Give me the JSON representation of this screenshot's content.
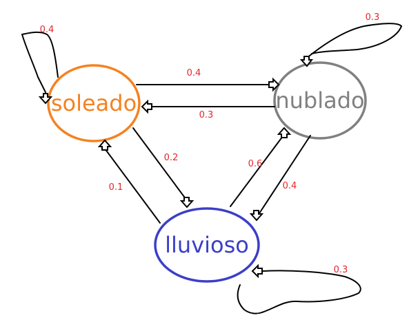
{
  "states": [
    {
      "id": "soleado",
      "label": "soleado",
      "color": "#f58220"
    },
    {
      "id": "nublado",
      "label": "nublado",
      "color": "#808080"
    },
    {
      "id": "lluvioso",
      "label": "lluvioso",
      "color": "#3b3fc8"
    }
  ],
  "transitions": [
    {
      "from": "soleado",
      "to": "soleado",
      "probability": "0.4"
    },
    {
      "from": "soleado",
      "to": "nublado",
      "probability": "0.4"
    },
    {
      "from": "soleado",
      "to": "lluvioso",
      "probability": "0.2"
    },
    {
      "from": "nublado",
      "to": "nublado",
      "probability": "0.3"
    },
    {
      "from": "nublado",
      "to": "soleado",
      "probability": "0.3"
    },
    {
      "from": "nublado",
      "to": "lluvioso",
      "probability": "0.4"
    },
    {
      "from": "lluvioso",
      "to": "lluvioso",
      "probability": "0.3"
    },
    {
      "from": "lluvioso",
      "to": "soleado",
      "probability": "0.1"
    },
    {
      "from": "lluvioso",
      "to": "nublado",
      "probability": "0.6"
    }
  ],
  "colors": {
    "edge": "#000000",
    "probability_text": "#e3262b"
  }
}
